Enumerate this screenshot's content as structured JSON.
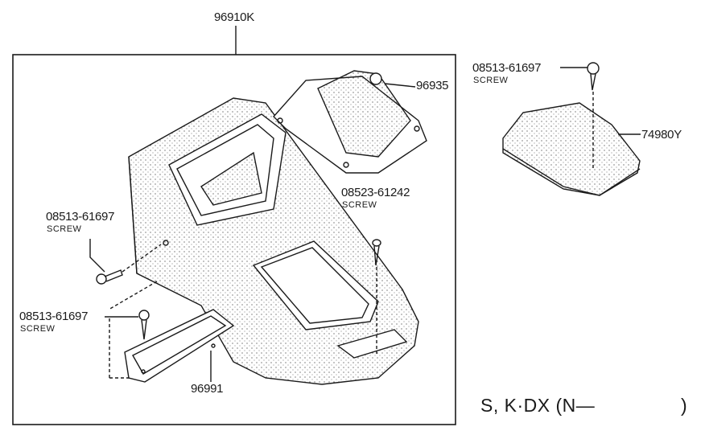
{
  "diagram": {
    "assembly_label": "96910K",
    "parts": [
      {
        "number": "96935"
      },
      {
        "number": "08523-61242",
        "name": "SCREW"
      },
      {
        "number": "08513-61697",
        "name": "SCREW"
      },
      {
        "number": "08513-61697",
        "name": "SCREW"
      },
      {
        "number": "96991"
      },
      {
        "number": "08513-61697",
        "name": "SCREW"
      },
      {
        "number": "74980Y"
      }
    ],
    "variant_note": "S, K·DX (N—",
    "variant_close": ")"
  }
}
